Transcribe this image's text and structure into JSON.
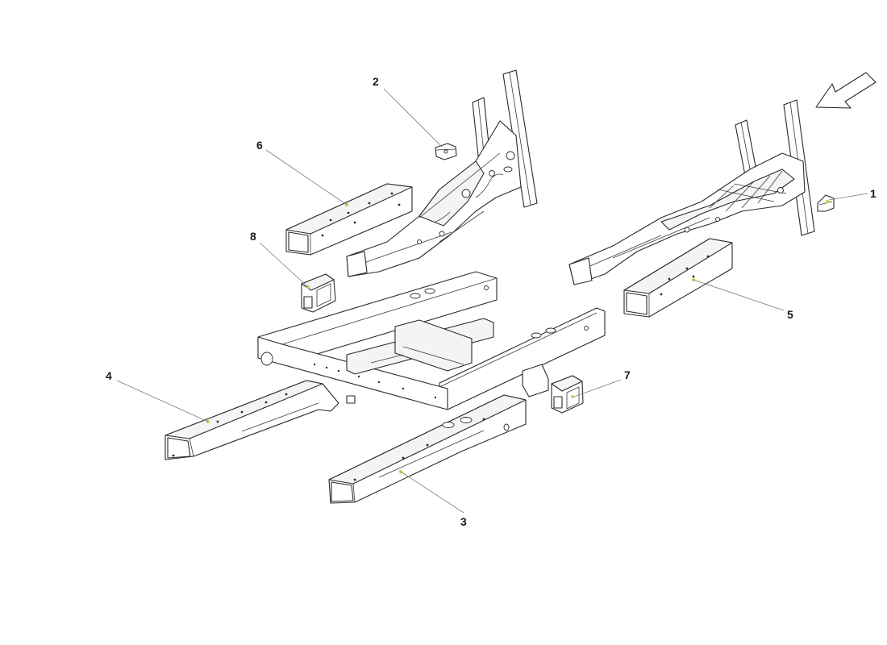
{
  "callouts": [
    {
      "id": "1",
      "label": "1"
    },
    {
      "id": "2",
      "label": "2"
    },
    {
      "id": "3",
      "label": "3"
    },
    {
      "id": "4",
      "label": "4"
    },
    {
      "id": "5",
      "label": "5"
    },
    {
      "id": "6",
      "label": "6"
    },
    {
      "id": "7",
      "label": "7"
    },
    {
      "id": "8",
      "label": "8"
    }
  ],
  "colors": {
    "line": "#2a2a2a",
    "leader": "#7a7a7a",
    "marker": "#c9d34a",
    "background": "#ffffff"
  },
  "icons": {
    "direction": "direction-arrow-icon"
  }
}
